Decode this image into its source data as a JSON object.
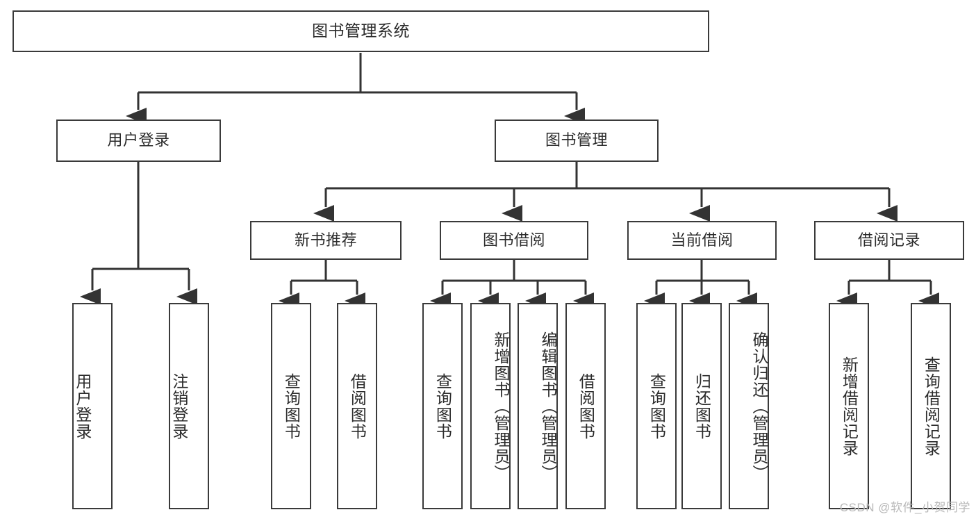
{
  "diagram": {
    "title": "图书管理系统",
    "type": "tree-hierarchy-diagram",
    "colors": {
      "box_border": "#3a3a3a",
      "box_fill": "#ffffff",
      "connector": "#333333",
      "text": "#2b2b2b",
      "watermark": "#b9b9b9",
      "background": "#ffffff"
    },
    "root": {
      "label": "图书管理系统"
    },
    "level1": [
      {
        "label": "用户登录"
      },
      {
        "label": "图书管理"
      }
    ],
    "level2": [
      {
        "label": "新书推荐"
      },
      {
        "label": "图书借阅"
      },
      {
        "label": "当前借阅"
      },
      {
        "label": "借阅记录"
      }
    ],
    "leaves": {
      "user_login": [
        {
          "label": "用户登录"
        },
        {
          "label": "注销登录"
        }
      ],
      "new_book_recommend": [
        {
          "label": "查询图书"
        },
        {
          "label": "借阅图书"
        }
      ],
      "book_borrow": [
        {
          "label": "查询图书"
        },
        {
          "label": "新增图书（管理员）"
        },
        {
          "label": "编辑图书（管理员）"
        },
        {
          "label": "借阅图书"
        }
      ],
      "current_borrow": [
        {
          "label": "查询图书"
        },
        {
          "label": "归还图书"
        },
        {
          "label": "确认归还（管理员）"
        }
      ],
      "borrow_record": [
        {
          "label": "新增借阅记录"
        },
        {
          "label": "查询借阅记录"
        }
      ]
    },
    "watermark": "CSDN @软件_小贺同学"
  }
}
